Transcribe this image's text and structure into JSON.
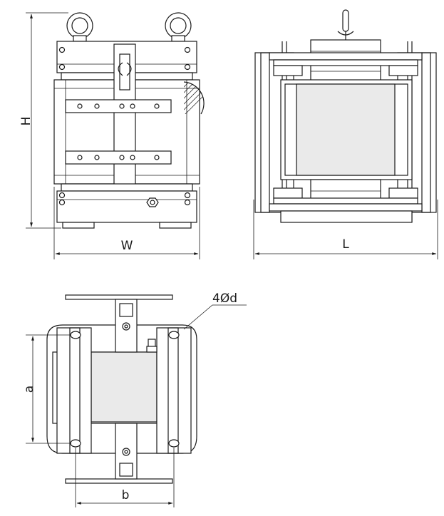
{
  "labels": {
    "height": "H",
    "width": "W",
    "length": "L",
    "hole_spacing_depth": "a",
    "hole_spacing_width": "b",
    "holes": "4Ød"
  }
}
